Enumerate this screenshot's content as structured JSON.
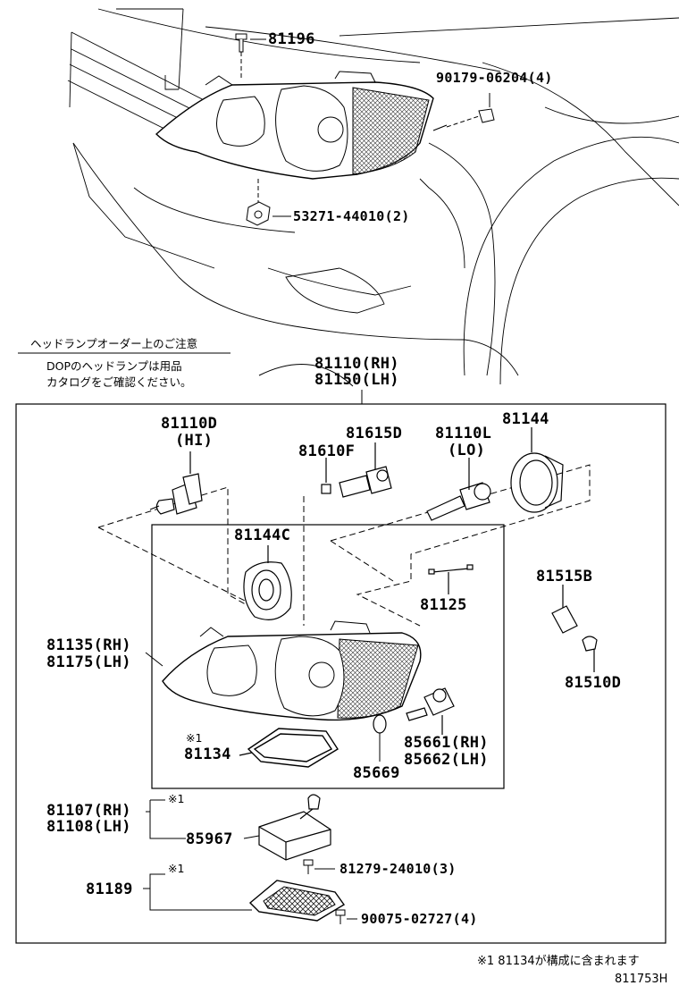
{
  "parts": {
    "p81196": "81196",
    "p90179": "90179-06204(4)",
    "p53271": "53271-44010(2)",
    "p81110": "81110(RH)",
    "p81150": "81150(LH)",
    "p81110D": "81110D",
    "hi": "(HI)",
    "p81615D": "81615D",
    "p81610F": "81610F",
    "p81110L": "81110L",
    "lo": "(LO)",
    "p81144": "81144",
    "p81144C": "81144C",
    "p81125": "81125",
    "p81515B": "81515B",
    "p81510D": "81510D",
    "p81135": "81135(RH)",
    "p81175": "81175(LH)",
    "mark1a": "※1",
    "p81134": "81134",
    "p85669": "85669",
    "p85661": "85661(RH)",
    "p85662": "85662(LH)",
    "p81107": "81107(RH)",
    "p81108": "81108(LH)",
    "mark1b": "※1",
    "p85967": "85967",
    "p81279": "81279-24010(3)",
    "mark1c": "※1",
    "p81189": "81189",
    "p90075": "90075-02727(4)"
  },
  "notes": {
    "line1": "ヘッドランプオーダー上のご注意",
    "line2": "DOPのヘッドランプは用品",
    "line3": "カタログをご確認ください。"
  },
  "footer": {
    "note": "※1 81134が構成に含まれます",
    "id": "811753H"
  }
}
